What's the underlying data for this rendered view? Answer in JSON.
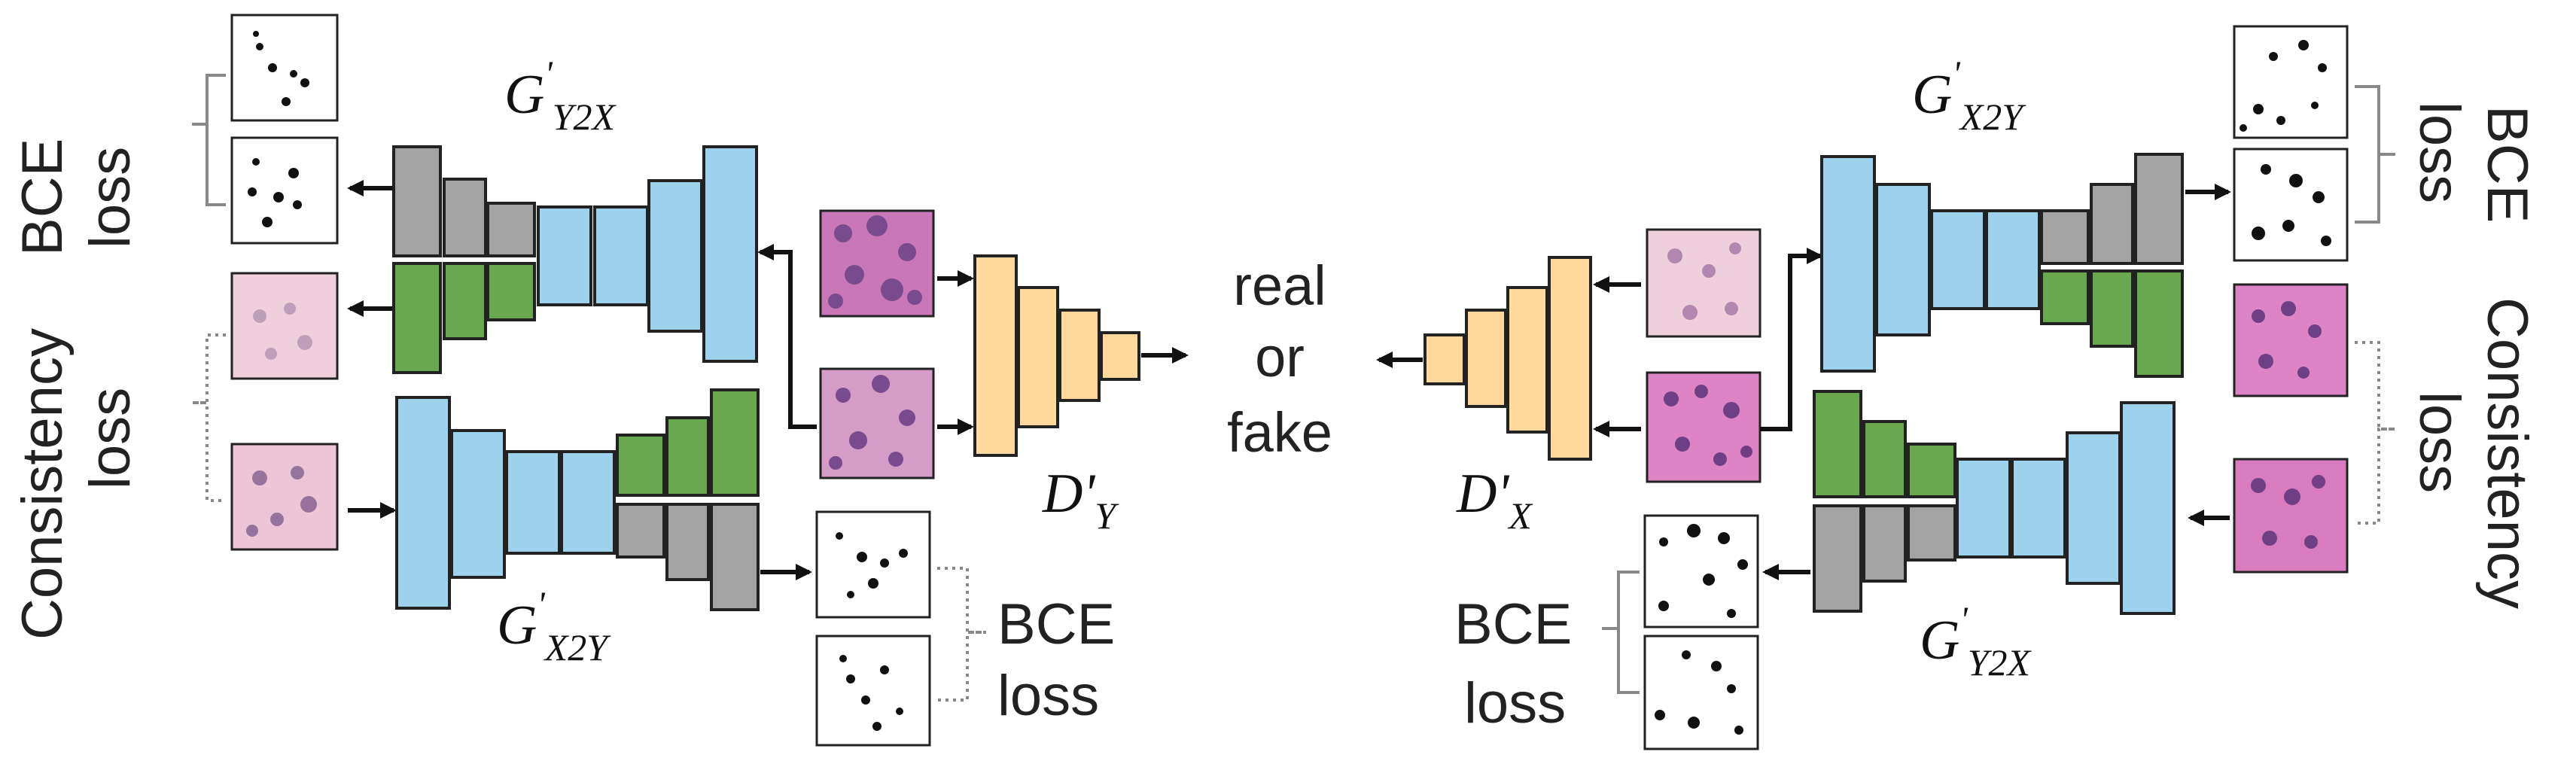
{
  "colors": {
    "encoder": "#9dd1ec",
    "seg_decoder": "#a3a3a3",
    "img_decoder": "#6aa84f",
    "discriminator": "#ffd99b",
    "tissue_light": "#f0cfdd",
    "tissue_dark": "#c877b8",
    "tissue_magenta": "#dd84c6",
    "nucleus": "#7a4a8e",
    "mask_dot": "#111111"
  },
  "labels": {
    "bce_loss": "BCE loss",
    "bce": "BCE",
    "loss": "loss",
    "consistency": "Consistency",
    "real": "real",
    "or": "or",
    "fake": "fake"
  },
  "generators": {
    "left_top": {
      "G": "G",
      "prime": "'",
      "sub": "Y2X"
    },
    "left_bottom": {
      "G": "G",
      "prime": "'",
      "sub": "X2Y"
    },
    "right_top": {
      "G": "G",
      "prime": "'",
      "sub": "X2Y"
    },
    "right_bottom": {
      "G": "G",
      "prime": "'",
      "sub": "Y2X"
    }
  },
  "discriminators": {
    "left": {
      "D": "D'",
      "sub": "Y"
    },
    "right": {
      "D": "D'",
      "sub": "X"
    }
  },
  "icons": [
    "mask-thumbnail-icon",
    "tissue-thumbnail-icon",
    "arrow-icon",
    "brace-icon"
  ]
}
